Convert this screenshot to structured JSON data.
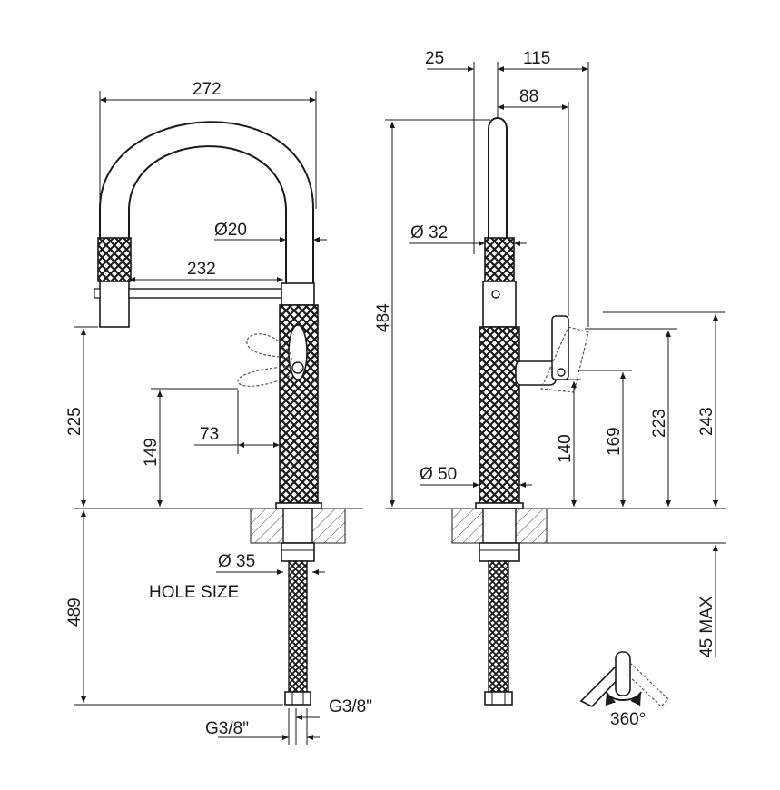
{
  "dimensions": {
    "spout_reach_total": "272",
    "spout_diameter": "Ø20",
    "spray_reach": "232",
    "height_handle_front": "225",
    "height_lever_low": "149",
    "lever_offset": "73",
    "hole_diameter": "Ø 35",
    "hole_size_label": "HOLE SIZE",
    "hose_length": "489",
    "connection_left": "G3/8\"",
    "connection_right": "G3/8\"",
    "offset_25": "25",
    "offset_115": "115",
    "offset_88": "88",
    "overall_height": "484",
    "body_upper_diameter": "Ø 32",
    "base_diameter": "Ø 50",
    "height_140": "140",
    "height_169": "169",
    "height_223": "223",
    "height_243": "243",
    "max_deck_thickness": "45 MAX",
    "rotation": "360°"
  }
}
